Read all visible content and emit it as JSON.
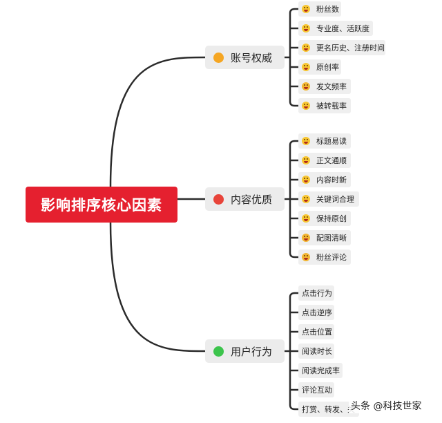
{
  "root": {
    "label": "影响排序核心因素",
    "color": "#e5202f"
  },
  "branches": [
    {
      "label": "账号权威",
      "dot_color": "#f5a623",
      "items": [
        {
          "label": "粉丝数",
          "icon": "grinning-face-icon"
        },
        {
          "label": "专业度、活跃度",
          "icon": "smiling-face-icon"
        },
        {
          "label": "更名历史、注册时间",
          "icon": "expressionless-face-icon"
        },
        {
          "label": "原创率",
          "icon": "astonished-face-icon"
        },
        {
          "label": "发文频率",
          "icon": "rofl-face-icon"
        },
        {
          "label": "被转载率",
          "icon": "heart-eyes-face-icon"
        }
      ]
    },
    {
      "label": "内容优质",
      "dot_color": "#e8443a",
      "items": [
        {
          "label": "标题易读",
          "icon": "grinning-face-icon"
        },
        {
          "label": "正文通顺",
          "icon": "winking-face-icon"
        },
        {
          "label": "内容时新",
          "icon": "heart-eyes-face-icon"
        },
        {
          "label": "关键词合理",
          "icon": "smirking-face-icon"
        },
        {
          "label": "保持原创",
          "icon": "astonished-face-icon"
        },
        {
          "label": "配图清晰",
          "icon": "rofl-face-icon"
        },
        {
          "label": "粉丝评论",
          "icon": "rofl-face-icon"
        }
      ]
    },
    {
      "label": "用户行为",
      "dot_color": "#3cc44c",
      "items": [
        {
          "label": "点击行为"
        },
        {
          "label": "点击逆序"
        },
        {
          "label": "点击位置"
        },
        {
          "label": "阅读时长"
        },
        {
          "label": "阅读完成率"
        },
        {
          "label": "评论互动"
        },
        {
          "label": "打赏、转发、关"
        }
      ]
    }
  ],
  "watermark": "头条 @科技世家"
}
